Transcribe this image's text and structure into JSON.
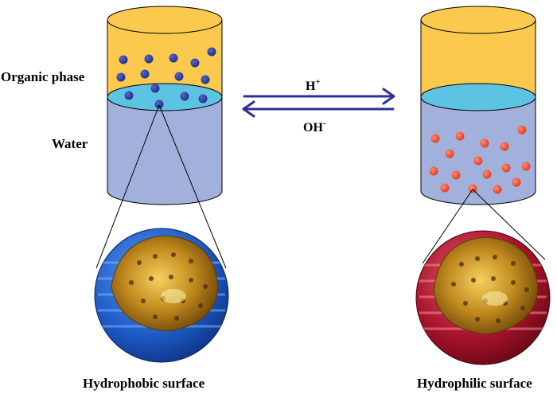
{
  "labels": {
    "organic_phase": "Organic phase",
    "water": "Water",
    "acid": "H",
    "acid_charge": "+",
    "base": "OH",
    "base_charge": "-",
    "left_caption": "Hydrophobic surface",
    "right_caption": "Hydrophilic surface"
  },
  "colors": {
    "organic_phase": "#FCC94F",
    "interface": "#5DC3E3",
    "water": "#A1B1DC",
    "hydrophobic_particle": "#2B3E9F",
    "hydrophilic_particle": "#EE4733",
    "arrow": "#2E3192",
    "hydrophobic_shell": "#1E5BC6",
    "hydrophilic_shell": "#A8132A",
    "core": "#C08A1E"
  },
  "icons": {
    "left_particle": "hydrophobic-nanoparticle-icon",
    "right_particle": "hydrophilic-nanoparticle-icon",
    "forward_arrow": "right-arrow-icon",
    "reverse_arrow": "left-arrow-icon"
  }
}
